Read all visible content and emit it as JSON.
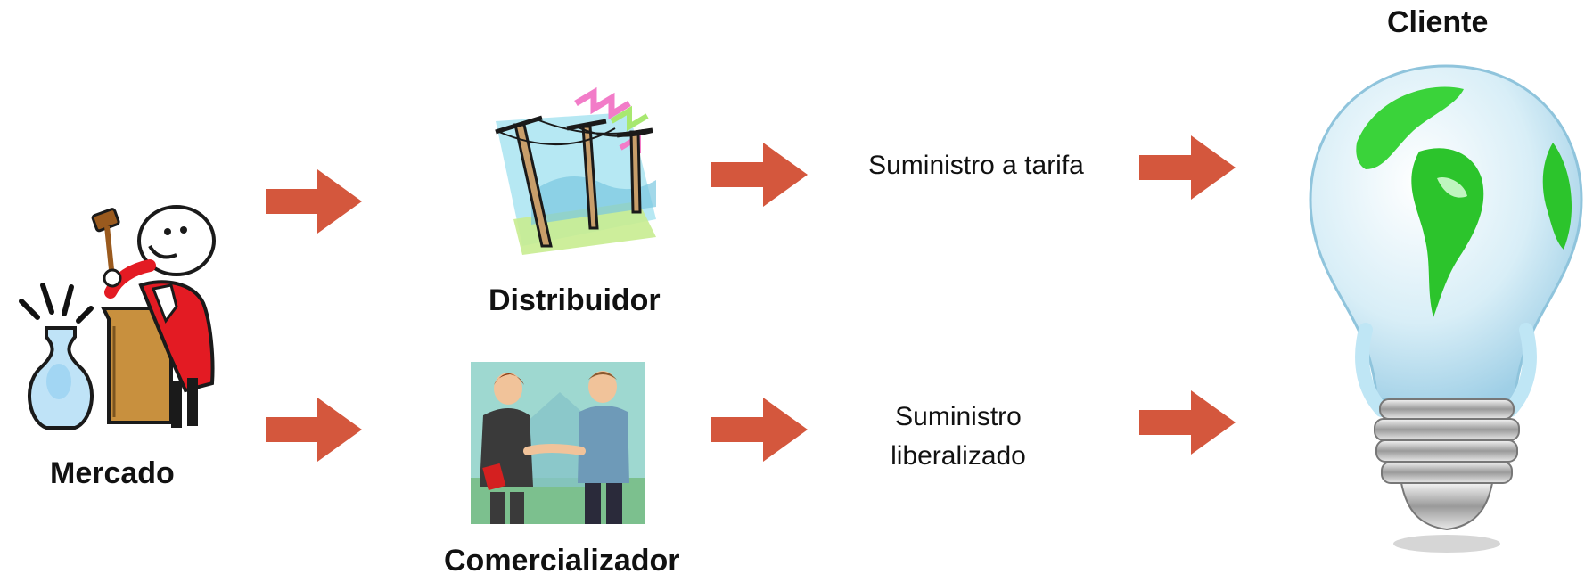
{
  "nodes": {
    "cliente": "Cliente",
    "mercado": "Mercado",
    "distribuidor": "Distribuidor",
    "comercializador": "Comercializador"
  },
  "flows": {
    "tarifa": "Suministro a tarifa",
    "liberalizado_line1": "Suministro",
    "liberalizado_line2": "liberalizado"
  },
  "colors": {
    "arrow": "#d4573d"
  },
  "icons": {
    "mercado": "auctioneer-icon",
    "distribuidor": "power-lines-icon",
    "comercializador": "handshake-icon",
    "cliente": "globe-lightbulb-icon"
  }
}
